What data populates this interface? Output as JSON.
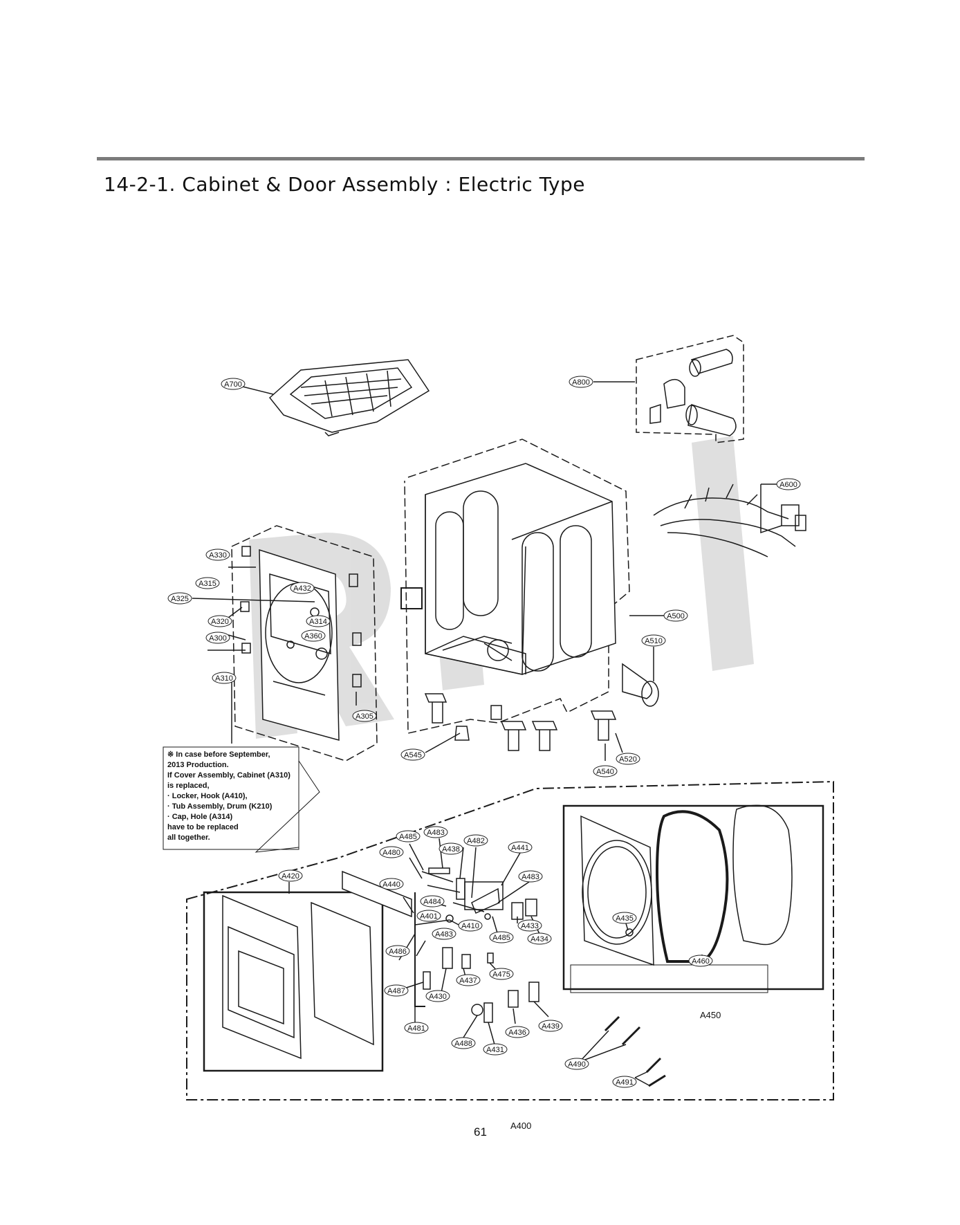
{
  "title": "14-2-1. Cabinet & Door Assembly : Electric Type",
  "watermark": "RPI",
  "note_lines": [
    "※  In case before September,",
    "2013 Production.",
    "If Cover Assembly, Cabinet (A310)",
    "is replaced,",
    "  · Locker, Hook (A410),",
    "  · Tub Assembly, Drum (K210)",
    "  · Cap, Hole (A314)",
    "have to be replaced",
    "all together."
  ],
  "callouts": {
    "A700": "A700",
    "A800": "A800",
    "A600": "A600",
    "A500": "A500",
    "A510": "A510",
    "A520": "A520",
    "A540": "A540",
    "A545": "A545",
    "A330": "A330",
    "A315": "A315",
    "A325": "A325",
    "A320": "A320",
    "A300": "A300",
    "A310": "A310",
    "A305": "A305",
    "A432": "A432",
    "A314": "A314",
    "A360": "A360",
    "A420": "A420",
    "A440": "A440",
    "A480": "A480",
    "A485a": "A485",
    "A483a": "A483",
    "A438": "A438",
    "A482": "A482",
    "A441": "A441",
    "A483b": "A483",
    "A484": "A484",
    "A401": "A401",
    "A410": "A410",
    "A483c": "A483",
    "A485b": "A485",
    "A433": "A433",
    "A434": "A434",
    "A486": "A486",
    "A487": "A487",
    "A437": "A437",
    "A475": "A475",
    "A430": "A430",
    "A481": "A481",
    "A488": "A488",
    "A431": "A431",
    "A436": "A436",
    "A439": "A439",
    "A435": "A435",
    "A460": "A460",
    "A490": "A490",
    "A491": "A491"
  },
  "labels": {
    "A450": "A450",
    "A400": "A400"
  },
  "page_number": "61",
  "colors": {
    "rule": "#7b7b7b",
    "line": "#1a1a1a",
    "watermark": "#d9d9d9"
  }
}
